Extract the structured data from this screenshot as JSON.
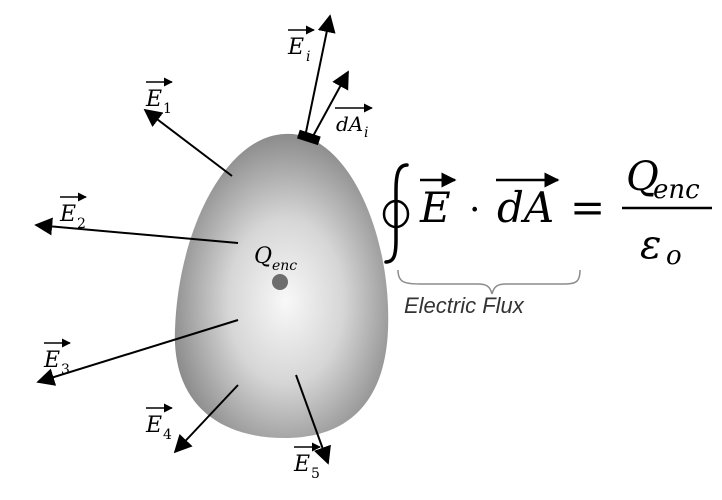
{
  "colors": {
    "line": "#000000",
    "brace": "#8c8c8c",
    "label_text": "#333333",
    "surface_center": "#f7f7f7",
    "surface_edge": "#7a7a7a",
    "charge": "#6d6d6d"
  },
  "field_labels": {
    "e1": "E",
    "e1_sub": "1",
    "e2": "E",
    "e2_sub": "2",
    "e3": "E",
    "e3_sub": "3",
    "e4": "E",
    "e4_sub": "4",
    "e5": "E",
    "e5_sub": "5",
    "ei": "E",
    "ei_sub": "i"
  },
  "area_label": {
    "main": "dA",
    "sub": "i"
  },
  "charge_label": {
    "main": "Q",
    "sub": "enc"
  },
  "equation": {
    "lhs_E": "E",
    "dot": "·",
    "lhs_dA": "dA",
    "equals": "=",
    "numerator": "Q",
    "numerator_sub": "enc",
    "denominator": "ε",
    "denominator_sub": "o"
  },
  "brace_label": "Electric Flux"
}
